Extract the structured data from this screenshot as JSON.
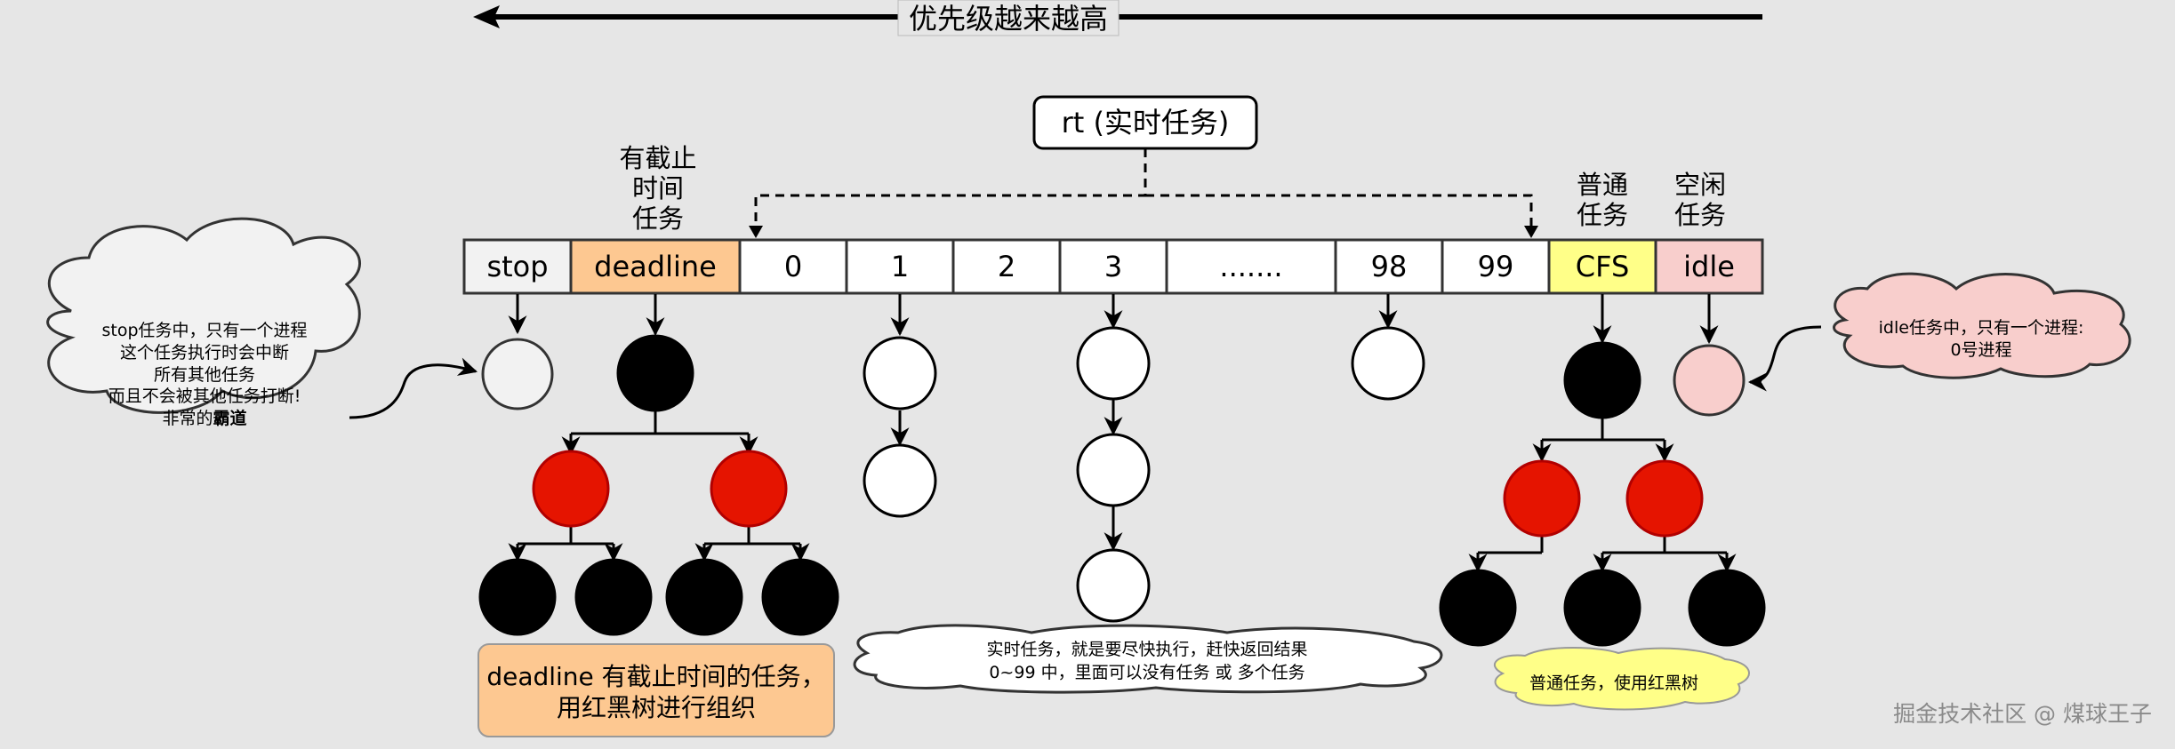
{
  "priority_arrow": {
    "label": "优先级越来越高"
  },
  "rt_box": {
    "label": "rt (实时任务)"
  },
  "headers": {
    "deadline": [
      "有截止",
      "时间",
      "任务"
    ],
    "cfs": [
      "普通",
      "任务"
    ],
    "idle": [
      "空闲",
      "任务"
    ]
  },
  "queue": [
    {
      "key": "stop",
      "label": "stop",
      "fill": "#f2f2f2"
    },
    {
      "key": "deadline",
      "label": "deadline",
      "fill": "#fdc891"
    },
    {
      "key": "rt0",
      "label": "0",
      "fill": "#ffffff"
    },
    {
      "key": "rt1",
      "label": "1",
      "fill": "#ffffff"
    },
    {
      "key": "rt2",
      "label": "2",
      "fill": "#ffffff"
    },
    {
      "key": "rt3",
      "label": "3",
      "fill": "#ffffff"
    },
    {
      "key": "rtdots",
      "label": ".......",
      "fill": "#ffffff"
    },
    {
      "key": "rt98",
      "label": "98",
      "fill": "#ffffff"
    },
    {
      "key": "rt99",
      "label": "99",
      "fill": "#ffffff"
    },
    {
      "key": "cfs",
      "label": "CFS",
      "fill": "#ffff88"
    },
    {
      "key": "idle",
      "label": "idle",
      "fill": "#f8cecc"
    }
  ],
  "notes": {
    "stop": [
      "stop任务中，只有一个进程",
      "这个任务执行时会中断",
      "所有其他任务",
      "而且不会被其他任务打断!",
      "非常的",
      "霸道"
    ],
    "idle": [
      "idle任务中，只有一个进程:",
      "0号进程"
    ],
    "deadline": [
      "deadline 有截止时间的任务，",
      "用红黑树进行组织"
    ],
    "rt": [
      "实时任务，就是要尽快执行，赶快返回结果",
      "0~99 中，里面可以没有任务 或 多个任务"
    ],
    "cfs": [
      "普通任务，使用红黑树"
    ]
  },
  "watermark": "掘金技术社区 @ 煤球王子",
  "colors": {
    "background": "#e6e6e6",
    "black_node": "#000000",
    "red_node": "#e51400",
    "white_node": "#ffffff",
    "stop_node": "#f2f2f2",
    "idle_node": "#f8cecc",
    "deadline_box": "#fdc891",
    "rt_cloud": "#ffffff",
    "cfs_cloud": "#ffff88",
    "idle_cloud": "#f8cecc",
    "stop_cloud": "#f2f2f2"
  }
}
